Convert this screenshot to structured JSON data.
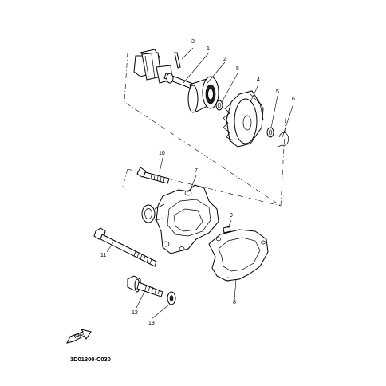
{
  "diagram": {
    "code": "1D01300-C030",
    "fwd_label": "FWD",
    "callouts": [
      "1",
      "2",
      "3",
      "4",
      "5",
      "5",
      "6",
      "7",
      "8",
      "9",
      "10",
      "11",
      "12",
      "13"
    ]
  }
}
